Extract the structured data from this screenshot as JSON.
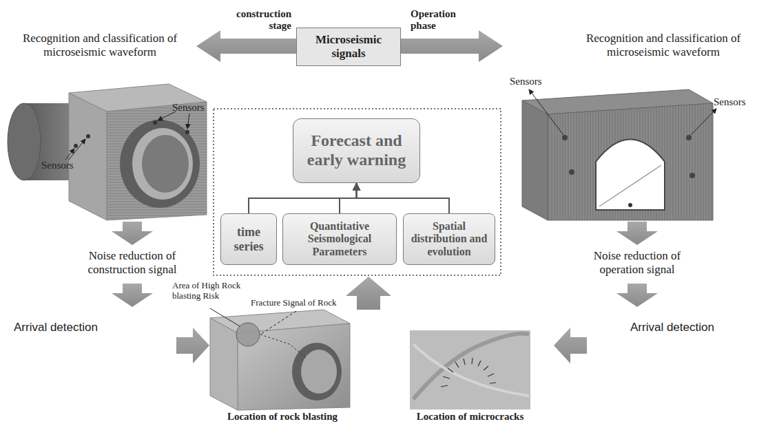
{
  "diagram": {
    "nodes": [
      {
        "text": [
          "Microseismic signals"
        ]
      },
      {
        "text": [
          "Forecast and early warning"
        ]
      },
      {
        "text": [
          "time series"
        ]
      },
      {
        "text": [
          "Quantitative Seismological Parameters"
        ]
      },
      {
        "text": [
          "Spatial distribution and evolution"
        ]
      }
    ],
    "edges": [
      {
        "from": 2,
        "to": 1,
        "arrow": "to"
      },
      {
        "from": 3,
        "to": 1,
        "arrow": "to"
      },
      {
        "from": 4,
        "to": 1,
        "arrow": "to"
      }
    ],
    "labels": [
      "construction stage",
      "Operation phase",
      "Recognition and classification of microseismic waveform",
      "Recognition and classification of microseismic waveform",
      "Sensors",
      "Sensors",
      "Sensors",
      "Sensors",
      "Noise reduction of construction signal",
      "Noise reduction of operation signal",
      "Arrival detection",
      "Arrival detection",
      "Area of High Rock blasting Risk",
      "Fracture Signal of Rock",
      "Location of rock blasting",
      "Location of microcracks"
    ]
  }
}
